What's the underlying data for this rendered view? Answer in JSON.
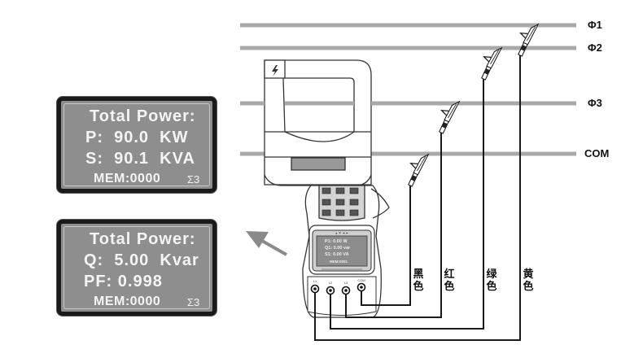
{
  "diagram": {
    "type": "wiring-diagram",
    "subject": "Three-phase power clamp meter connection",
    "lines": [
      {
        "id": "phi1",
        "label": "Φ1"
      },
      {
        "id": "phi2",
        "label": "Φ2"
      },
      {
        "id": "phi3",
        "label": "Φ3"
      },
      {
        "id": "com",
        "label": "COM"
      }
    ],
    "lead_colors": [
      {
        "id": "black",
        "label": "黑色",
        "connects": "COM"
      },
      {
        "id": "red",
        "label": "红色",
        "connects": "Φ3"
      },
      {
        "id": "green",
        "label": "绿色",
        "connects": "Φ2"
      },
      {
        "id": "yellow",
        "label": "黄色",
        "connects": "Φ1"
      }
    ],
    "display_top": {
      "title": "Total Power:",
      "line1": "P:  90.0  KW",
      "line2": "S:  90.1  KVA",
      "mem": "MEM:0000",
      "mode": "Σ3"
    },
    "display_bottom": {
      "title": "Total Power:",
      "line1": "Q:  5.00  Kvar",
      "line2": "PF: 0.998",
      "mem": "MEM:0000",
      "mode": "Σ3"
    },
    "meter_screen": {
      "line1": "P1: 0.00  W",
      "line2": "Q1: 0.00  var",
      "line3": "S1: 0.00  VA",
      "line4": "MEM:0001"
    },
    "jacks": [
      "L1",
      "L2",
      "L3",
      "COM"
    ],
    "colors": {
      "line_gray": "#a9a9a9",
      "lcd_bg": "#8e8e8e",
      "lcd_border": "#1a1a1a",
      "wire": "#1a1a1a",
      "arrow": "#8a8a8a"
    }
  }
}
